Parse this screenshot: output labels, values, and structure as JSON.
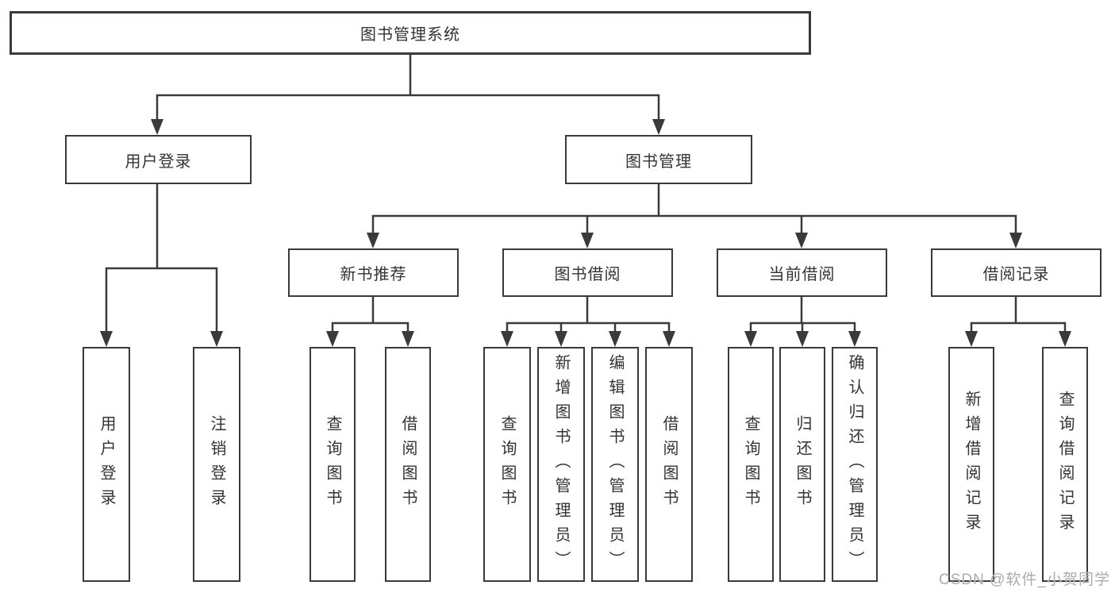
{
  "diagram": {
    "title_node": "图书管理系统",
    "level2": {
      "user_login": "用户登录",
      "book_mgmt": "图书管理"
    },
    "level3": {
      "new_books": "新书推荐",
      "book_borrow": "图书借阅",
      "current_borrow": "当前借阅",
      "borrow_records": "借阅记录"
    },
    "leaves": {
      "login": "用户登录",
      "logout": "注销登录",
      "newbooks_query": "查询图书",
      "newbooks_borrow": "借阅图书",
      "borrow_query": "查询图书",
      "borrow_add": "新增图书（管理员）",
      "borrow_edit": "编辑图书（管理员）",
      "borrow_borrow": "借阅图书",
      "current_query": "查询图书",
      "current_return": "归还图书",
      "current_confirm": "确认归还（管理员）",
      "records_add": "新增借阅记录",
      "records_query": "查询借阅记录"
    }
  },
  "watermark": "CSDN @软件_小贺同学",
  "colors": {
    "line": "#3a3a3a",
    "text": "#333333",
    "background": "#ffffff",
    "watermark": "#ababab"
  }
}
